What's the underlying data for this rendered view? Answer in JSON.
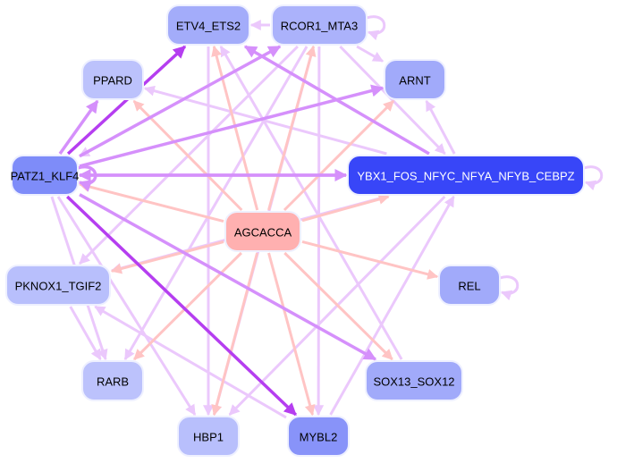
{
  "diagram": {
    "type": "network",
    "nodes": [
      {
        "id": "ETV4_ETS2",
        "label": "ETV4_ETS2",
        "fill": "#a3acfa",
        "text": "#000000"
      },
      {
        "id": "RCOR1_MTA3",
        "label": "RCOR1_MTA3",
        "fill": "#abb2fb",
        "text": "#000000"
      },
      {
        "id": "PPARD",
        "label": "PPARD",
        "fill": "#bcc2fc",
        "text": "#000000"
      },
      {
        "id": "ARNT",
        "label": "ARNT",
        "fill": "#a1aafa",
        "text": "#000000"
      },
      {
        "id": "PATZ1_KLF4",
        "label": "PATZ1_KLF4",
        "fill": "#7e8cf9",
        "text": "#000000"
      },
      {
        "id": "YBX1",
        "label": "YBX1_FOS_NFYC_NFYA_NFYB_CEBPZ",
        "fill": "#3846f8",
        "text": "#ffffff"
      },
      {
        "id": "AGCACCA",
        "label": "AGCACCA",
        "fill": "#ffb0b0",
        "text": "#000000"
      },
      {
        "id": "PKNOX1_TGIF2",
        "label": "PKNOX1_TGIF2",
        "fill": "#b8bffc",
        "text": "#000000"
      },
      {
        "id": "REL",
        "label": "REL",
        "fill": "#a1aafa",
        "text": "#000000"
      },
      {
        "id": "RARB",
        "label": "RARB",
        "fill": "#bcc2fc",
        "text": "#000000"
      },
      {
        "id": "SOX13_SOX12",
        "label": "SOX13_SOX12",
        "fill": "#a1aafa",
        "text": "#000000"
      },
      {
        "id": "HBP1",
        "label": "HBP1",
        "fill": "#b8bffc",
        "text": "#000000"
      },
      {
        "id": "MYBL2",
        "label": "MYBL2",
        "fill": "#8893f9",
        "text": "#000000"
      }
    ],
    "edge_colors": {
      "motif": "#ffc4c4",
      "light": "#ebc8fc",
      "medium": "#d590fb",
      "strong": "#b53ef0"
    },
    "edges": [
      {
        "from": "RCOR1_MTA3",
        "to": "ETV4_ETS2",
        "style": "light"
      },
      {
        "from": "RCOR1_MTA3",
        "to": "RCOR1_MTA3",
        "style": "light"
      },
      {
        "from": "RCOR1_MTA3",
        "to": "ARNT",
        "style": "light"
      },
      {
        "from": "RCOR1_MTA3",
        "to": "YBX1",
        "style": "light"
      },
      {
        "from": "RCOR1_MTA3",
        "to": "PATZ1_KLF4",
        "style": "light"
      },
      {
        "from": "RCOR1_MTA3",
        "to": "PKNOX1_TGIF2",
        "style": "light"
      },
      {
        "from": "RCOR1_MTA3",
        "to": "RARB",
        "style": "light"
      },
      {
        "from": "RCOR1_MTA3",
        "to": "HBP1",
        "style": "light"
      },
      {
        "from": "RCOR1_MTA3",
        "to": "MYBL2",
        "style": "light"
      },
      {
        "from": "PATZ1_KLF4",
        "to": "ETV4_ETS2",
        "style": "strong"
      },
      {
        "from": "PATZ1_KLF4",
        "to": "PATZ1_KLF4",
        "style": "medium"
      },
      {
        "from": "PATZ1_KLF4",
        "to": "PPARD",
        "style": "medium"
      },
      {
        "from": "PATZ1_KLF4",
        "to": "RCOR1_MTA3",
        "style": "medium"
      },
      {
        "from": "PATZ1_KLF4",
        "to": "ARNT",
        "style": "medium"
      },
      {
        "from": "PATZ1_KLF4",
        "to": "YBX1",
        "style": "medium"
      },
      {
        "from": "PATZ1_KLF4",
        "to": "MYBL2",
        "style": "strong"
      },
      {
        "from": "PATZ1_KLF4",
        "to": "SOX13_SOX12",
        "style": "medium"
      },
      {
        "from": "PATZ1_KLF4",
        "to": "RARB",
        "style": "light"
      },
      {
        "from": "PATZ1_KLF4",
        "to": "HBP1",
        "style": "light"
      },
      {
        "from": "YBX1",
        "to": "YBX1",
        "style": "light"
      },
      {
        "from": "YBX1",
        "to": "ARNT",
        "style": "light"
      },
      {
        "from": "YBX1",
        "to": "ETV4_ETS2",
        "style": "medium"
      },
      {
        "from": "YBX1",
        "to": "PATZ1_KLF4",
        "style": "medium"
      },
      {
        "from": "YBX1",
        "to": "PPARD",
        "style": "light"
      },
      {
        "from": "YBX1",
        "to": "PKNOX1_TGIF2",
        "style": "light"
      },
      {
        "from": "YBX1",
        "to": "HBP1",
        "style": "light"
      },
      {
        "from": "AGCACCA",
        "to": "ETV4_ETS2",
        "style": "motif"
      },
      {
        "from": "AGCACCA",
        "to": "RCOR1_MTA3",
        "style": "motif"
      },
      {
        "from": "AGCACCA",
        "to": "PPARD",
        "style": "motif"
      },
      {
        "from": "AGCACCA",
        "to": "ARNT",
        "style": "motif"
      },
      {
        "from": "AGCACCA",
        "to": "PATZ1_KLF4",
        "style": "motif"
      },
      {
        "from": "AGCACCA",
        "to": "YBX1",
        "style": "motif"
      },
      {
        "from": "AGCACCA",
        "to": "PKNOX1_TGIF2",
        "style": "motif"
      },
      {
        "from": "AGCACCA",
        "to": "REL",
        "style": "motif"
      },
      {
        "from": "AGCACCA",
        "to": "RARB",
        "style": "motif"
      },
      {
        "from": "AGCACCA",
        "to": "SOX13_SOX12",
        "style": "motif"
      },
      {
        "from": "AGCACCA",
        "to": "HBP1",
        "style": "motif"
      },
      {
        "from": "AGCACCA",
        "to": "MYBL2",
        "style": "motif"
      },
      {
        "from": "REL",
        "to": "REL",
        "style": "light"
      },
      {
        "from": "MYBL2",
        "to": "YBX1",
        "style": "light"
      },
      {
        "from": "MYBL2",
        "to": "PKNOX1_TGIF2",
        "style": "light"
      },
      {
        "from": "SOX13_SOX12",
        "to": "ETV4_ETS2",
        "style": "light"
      },
      {
        "from": "ETV4_ETS2",
        "to": "HBP1",
        "style": "light"
      },
      {
        "from": "PKNOX1_TGIF2",
        "to": "RARB",
        "style": "light"
      }
    ]
  }
}
